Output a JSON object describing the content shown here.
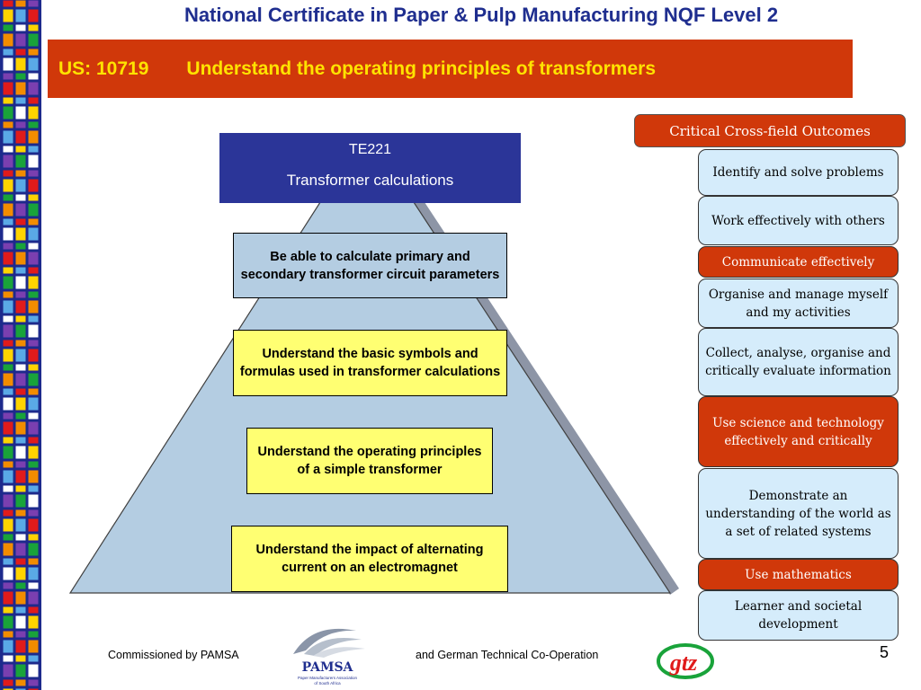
{
  "header": {
    "title": "National Certificate in Paper & Pulp Manufacturing NQF Level 2"
  },
  "unit_banner": {
    "code": "US: 10719",
    "name": "Understand the operating principles of transformers"
  },
  "pyramid": {
    "top": {
      "code": "TE221",
      "title": "Transformer calculations"
    },
    "levels": [
      {
        "text": "Be able to calculate primary and secondary transformer circuit parameters"
      },
      {
        "text": "Understand the basic symbols and formulas used in transformer calculations"
      },
      {
        "text": "Understand the operating principles of a simple transformer"
      },
      {
        "text": "Understand the impact of alternating current on an electromagnet"
      }
    ]
  },
  "critical_outcomes": {
    "header": "Critical Cross-field Outcomes",
    "items": [
      {
        "label": "Identify and solve problems",
        "highlighted": false
      },
      {
        "label": "Work effectively with others",
        "highlighted": false
      },
      {
        "label": "Communicate effectively",
        "highlighted": true
      },
      {
        "label": "Organise and manage myself and my activities",
        "highlighted": false
      },
      {
        "label": "Collect, analyse, organise and critically evaluate information",
        "highlighted": false
      },
      {
        "label": "Use science and technology effectively and critically",
        "highlighted": true
      },
      {
        "label": "Demonstrate an understanding of the world as a set of related systems",
        "highlighted": false
      },
      {
        "label": "Use mathematics",
        "highlighted": true
      },
      {
        "label": "Learner and societal development",
        "highlighted": false
      }
    ]
  },
  "footer": {
    "commissioned": "Commissioned by PAMSA",
    "cooperation": "and German Technical Co-Operation",
    "page_number": "5",
    "pamsa_logo": {
      "name": "PAMSA",
      "tagline_line1": "Paper Manufacturers Association",
      "tagline_line2": "of South Africa"
    },
    "gtz_logo": "gtz"
  },
  "colors": {
    "title_blue": "#1f2e8f",
    "banner_red": "#d0380a",
    "banner_text_yellow": "#ffe300",
    "top_box_blue": "#2b3598",
    "pyramid_fill": "#b4cde2",
    "level_yellow": "#ffff72",
    "outcome_light": "#d5ecfb"
  }
}
